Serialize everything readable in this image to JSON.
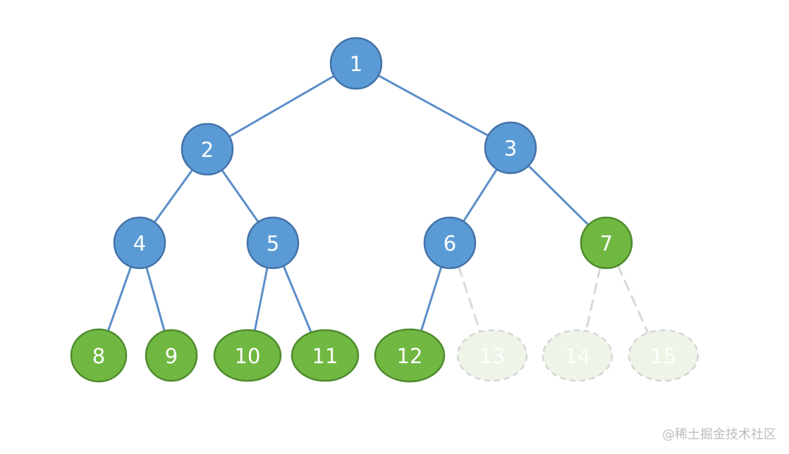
{
  "diagram": {
    "nodes": [
      {
        "id": "1",
        "label": "1",
        "state": "internal"
      },
      {
        "id": "2",
        "label": "2",
        "state": "internal"
      },
      {
        "id": "3",
        "label": "3",
        "state": "internal"
      },
      {
        "id": "4",
        "label": "4",
        "state": "internal"
      },
      {
        "id": "5",
        "label": "5",
        "state": "internal"
      },
      {
        "id": "6",
        "label": "6",
        "state": "internal"
      },
      {
        "id": "7",
        "label": "7",
        "state": "leaf"
      },
      {
        "id": "8",
        "label": "8",
        "state": "leaf"
      },
      {
        "id": "9",
        "label": "9",
        "state": "leaf"
      },
      {
        "id": "10",
        "label": "10",
        "state": "leaf"
      },
      {
        "id": "11",
        "label": "11",
        "state": "leaf"
      },
      {
        "id": "12",
        "label": "12",
        "state": "leaf"
      },
      {
        "id": "13",
        "label": "13",
        "state": "missing"
      },
      {
        "id": "14",
        "label": "14",
        "state": "missing"
      },
      {
        "id": "15",
        "label": "15",
        "state": "missing"
      }
    ],
    "edges": [
      {
        "from": "1",
        "to": "2",
        "style": "solid"
      },
      {
        "from": "1",
        "to": "3",
        "style": "solid"
      },
      {
        "from": "2",
        "to": "4",
        "style": "solid"
      },
      {
        "from": "2",
        "to": "5",
        "style": "solid"
      },
      {
        "from": "3",
        "to": "6",
        "style": "solid"
      },
      {
        "from": "3",
        "to": "7",
        "style": "solid"
      },
      {
        "from": "4",
        "to": "8",
        "style": "solid"
      },
      {
        "from": "4",
        "to": "9",
        "style": "solid"
      },
      {
        "from": "5",
        "to": "10",
        "style": "solid"
      },
      {
        "from": "5",
        "to": "11",
        "style": "solid"
      },
      {
        "from": "6",
        "to": "12",
        "style": "solid"
      },
      {
        "from": "6",
        "to": "13",
        "style": "dashed"
      },
      {
        "from": "7",
        "to": "14",
        "style": "dashed"
      },
      {
        "from": "7",
        "to": "15",
        "style": "dashed"
      }
    ],
    "colors": {
      "internal_fill": "#5b9bd5",
      "internal_stroke": "#4472a8",
      "leaf_fill": "#70b842",
      "leaf_stroke": "#4f8b2e",
      "missing_fill": "#eef4e7",
      "missing_stroke": "#d5d5d5",
      "solid_edge": "#5b8ec9",
      "dashed_edge": "#d8d8d8",
      "label": "#ffffff"
    }
  },
  "watermark": {
    "text": "@稀土掘金技术社区"
  }
}
